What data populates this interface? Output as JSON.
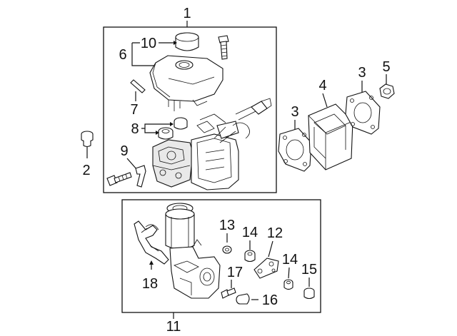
{
  "callouts": {
    "c1": "1",
    "c2": "2",
    "c3a": "3",
    "c3b": "3",
    "c4": "4",
    "c5": "5",
    "c6": "6",
    "c7": "7",
    "c8": "8",
    "c9": "9",
    "c10": "10",
    "c11": "11",
    "c12": "12",
    "c13": "13",
    "c14a": "14",
    "c14b": "14",
    "c15": "15",
    "c16": "16",
    "c17": "17",
    "c18": "18"
  }
}
